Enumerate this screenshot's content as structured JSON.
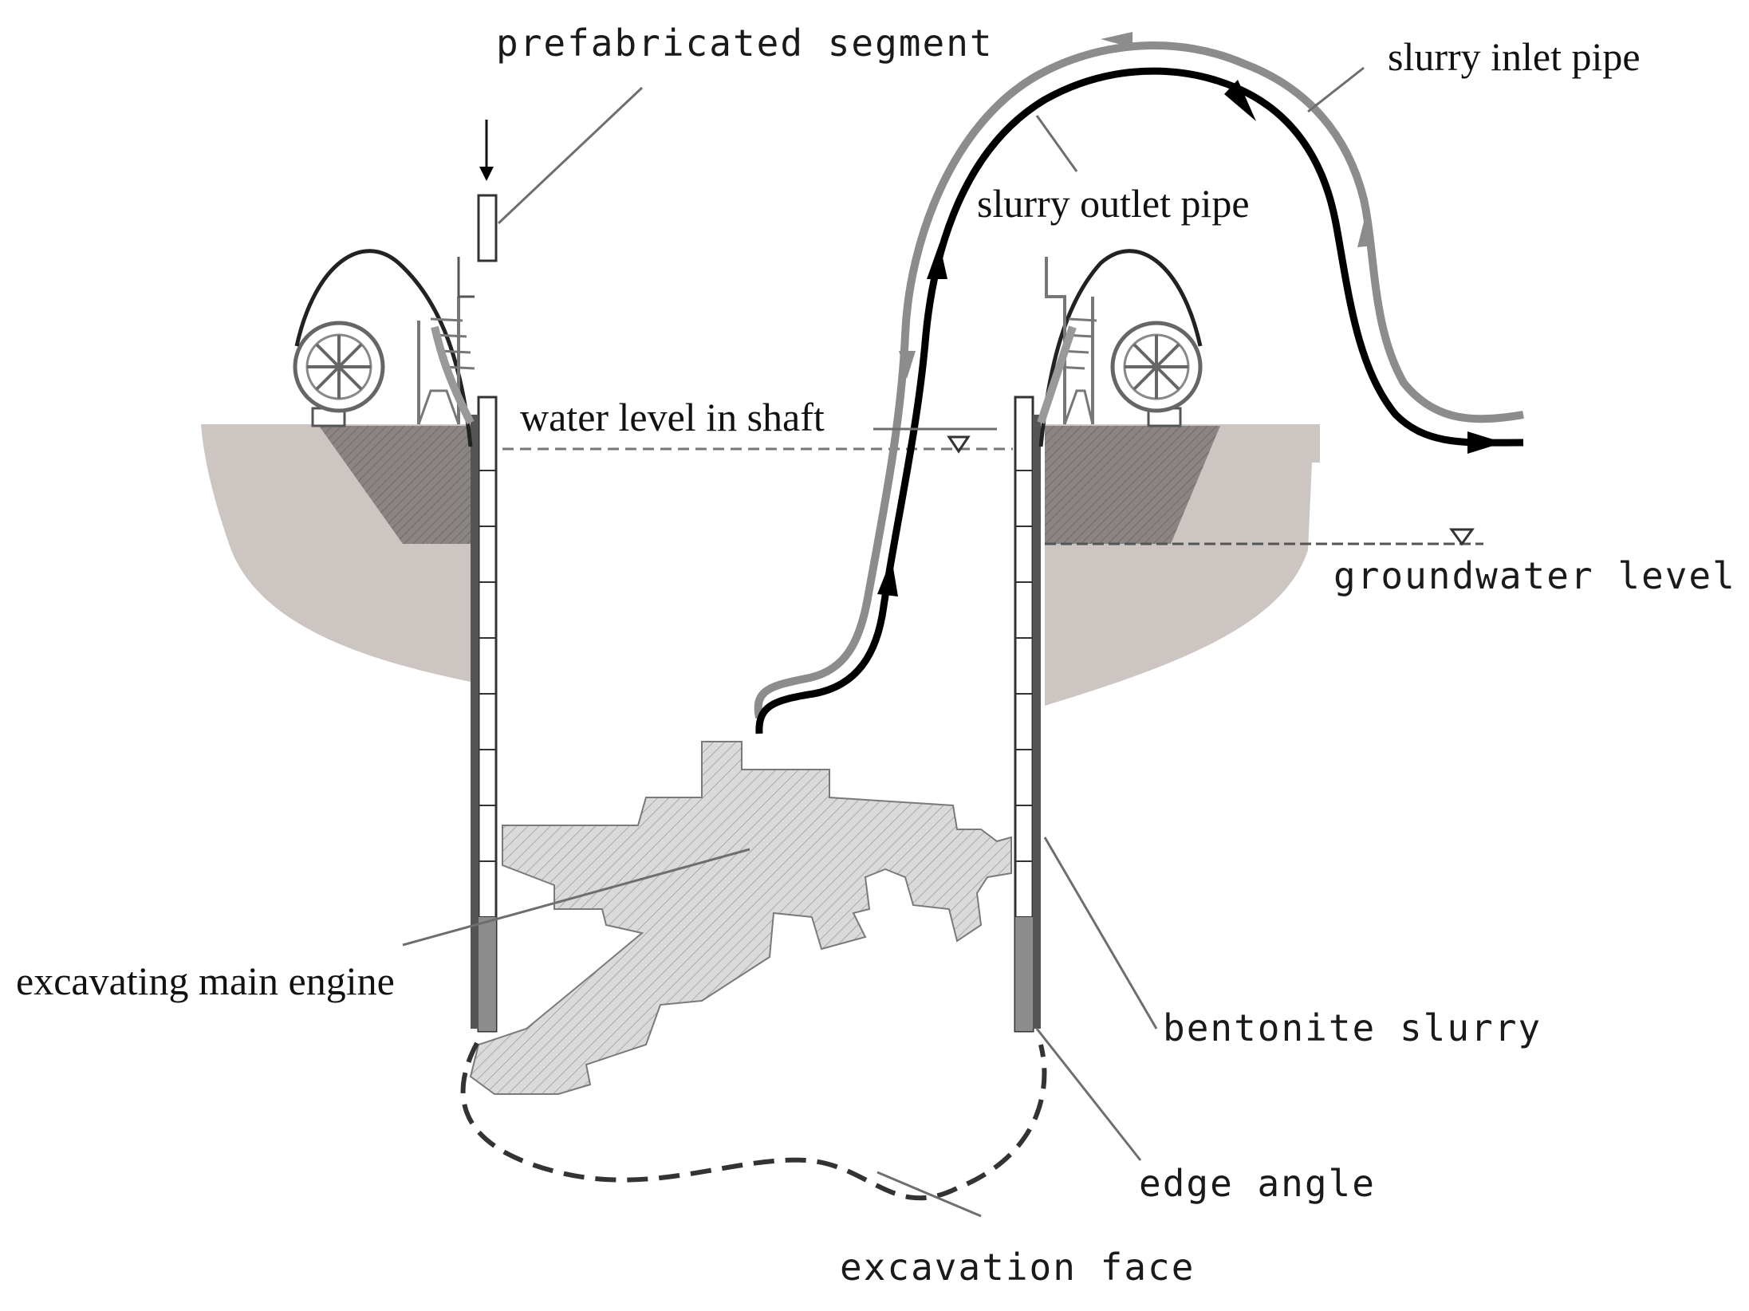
{
  "labels": {
    "prefabricated_segment": "prefabricated segment",
    "slurry_inlet_pipe": "slurry inlet pipe",
    "slurry_outlet_pipe": "slurry outlet pipe",
    "water_level_in_shaft": "water level in shaft",
    "groundwater_level": "groundwater level",
    "excavating_main_engine": "excavating main engine",
    "bentonite_slurry": "bentonite slurry",
    "edge_angle": "edge angle",
    "excavation_face": "excavation face"
  },
  "colors": {
    "soil": "#ccc5c2",
    "soil_dark": "#8a8583",
    "machine_fill": "#d9d9d9",
    "inlet_pipe": "#8c8c8c",
    "outlet_pipe": "#000000",
    "leader_line": "#6e6e6e"
  }
}
